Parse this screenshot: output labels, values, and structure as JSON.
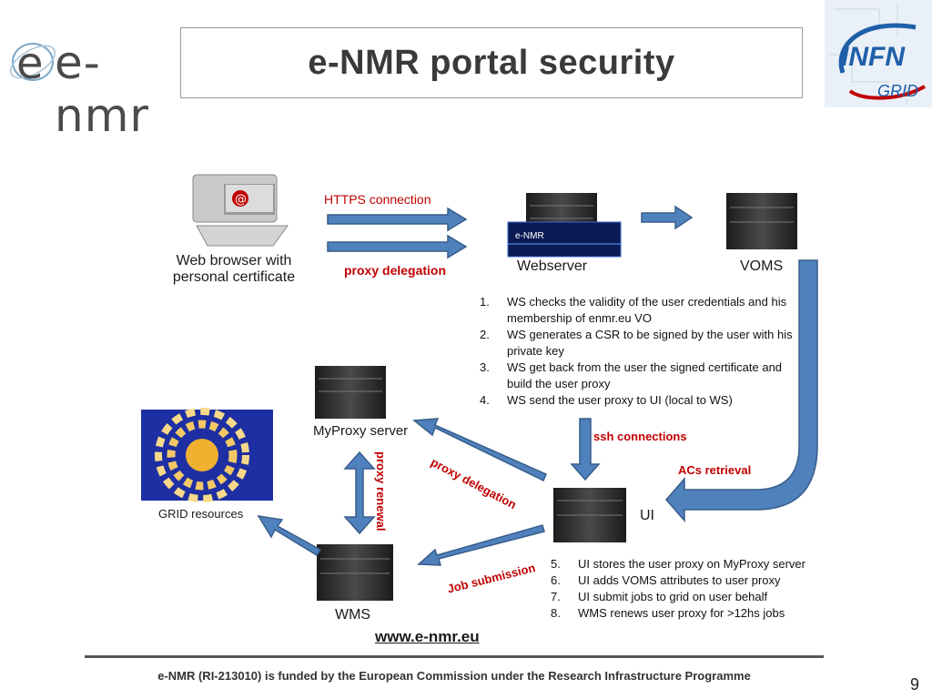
{
  "title": "e-NMR portal security",
  "logos": {
    "left_text": "e-nmr",
    "right_text_top": "INFN",
    "right_text_bottom": "GRID"
  },
  "nodes": {
    "browser": "Web browser with\npersonal certificate",
    "webserver": "Webserver",
    "voms": "VOMS",
    "myproxy": "MyProxy server",
    "ui": "UI",
    "wms": "WMS",
    "grid": "GRID resources"
  },
  "edge_labels": {
    "https": "HTTPS connection",
    "proxy_delegation_top": "proxy delegation",
    "ssh": "ssh connections",
    "acs": "ACs retrieval",
    "proxy_delegation_ui": "proxy delegation",
    "proxy_renewal": "proxy renewal",
    "job_submission": "Job submission"
  },
  "steps_ws": [
    {
      "n": "1.",
      "text": "WS checks the validity of the user credentials and his membership of enmr.eu VO"
    },
    {
      "n": "2.",
      "text": "WS generates a CSR to be signed by the user with his private key"
    },
    {
      "n": "3.",
      "text": "WS get back from the user the signed certificate and build the user proxy"
    },
    {
      "n": "4.",
      "text": "WS send the user proxy to UI (local to WS)"
    }
  ],
  "steps_ui": [
    {
      "n": "5.",
      "text": "UI stores the user proxy on MyProxy server"
    },
    {
      "n": "6.",
      "text": "UI adds VOMS attributes to user proxy"
    },
    {
      "n": "7.",
      "text": "UI submit jobs to grid on user behalf"
    },
    {
      "n": "8.",
      "text": "WMS renews user proxy for >12hs jobs"
    }
  ],
  "url": "www.e-nmr.eu",
  "footer": "e-NMR (RI-213010) is funded by the European Commission under the Research Infrastructure Programme",
  "page_number": "9",
  "colors": {
    "arrow": "#4f81bd",
    "arrow_stroke": "#385d8a",
    "accent_red": "#c00000",
    "server": "#2b2b2b"
  }
}
